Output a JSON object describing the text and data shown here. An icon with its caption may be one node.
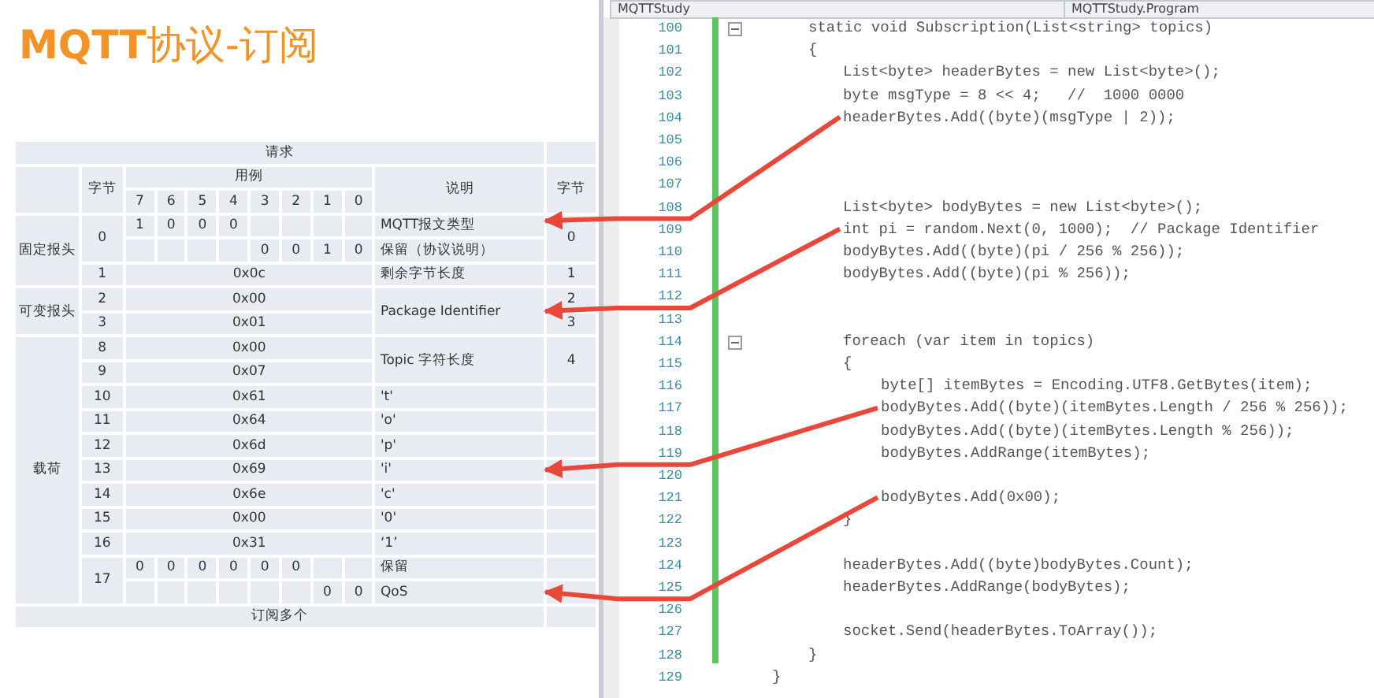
{
  "diagram": {
    "title": "**MQTT**协议-订阅",
    "nodes": [
      {
        "text": [
          "MQTT报文类型"
        ]
      },
      {
        "text": [
          "Package Identifier"
        ]
      },
      {
        "text": [
          "'i'"
        ]
      },
      {
        "text": [
          "QoS"
        ]
      },
      {
        "text": [
          "headerBytes.Add((byte)(msgType | 2));"
        ]
      },
      {
        "text": [
          "int pi = random.Next(0, 1000);  // Package Identifier"
        ]
      },
      {
        "text": [
          "bodyBytes.Add((byte)(itemBytes.Length / 256 % 256));"
        ]
      },
      {
        "text": [
          "bodyBytes.Add(0x00);"
        ]
      }
    ],
    "edges": [
      {
        "from": 4,
        "to": 0,
        "arrow": "to"
      },
      {
        "from": 5,
        "to": 1,
        "arrow": "to"
      },
      {
        "from": 6,
        "to": 2,
        "arrow": "to"
      },
      {
        "from": 7,
        "to": 3,
        "arrow": "to"
      }
    ],
    "labels": [
      "请求",
      "字节",
      "用例",
      "说明",
      "字节",
      "7",
      "6",
      "5",
      "4",
      "3",
      "2",
      "1",
      "0",
      "固定报头",
      "0",
      "1",
      "0",
      "0",
      "0",
      "0",
      "0",
      "0",
      "1",
      "0",
      "保留（协议说明）",
      "1",
      "0x0c",
      "剩余字节长度",
      "1",
      "可变报头",
      "2",
      "0x00",
      "2",
      "3",
      "0x01",
      "3",
      "载荷",
      "8",
      "0x00",
      "Topic 字符长度",
      "4",
      "9",
      "0x07",
      "10",
      "0x61",
      "'t'",
      "11",
      "0x64",
      "'o'",
      "12",
      "0x6d",
      "'p'",
      "13",
      "0x69",
      "14",
      "0x6e",
      "'c'",
      "15",
      "0x00",
      "'0'",
      "16",
      "0x31",
      "‘1’",
      "17",
      "0",
      "0",
      "0",
      "0",
      "0",
      "0",
      "保留",
      "0",
      "0",
      "订阅多个",
      "MQTTStudy",
      "MQTTStudy.Program",
      "100",
      "static void Subscription(List<string> topics)",
      "101",
      "{",
      "102",
      "List<byte> headerBytes = new List<byte>();",
      "103",
      "byte msgType = 8 << 4;   //  1000 0000",
      "104",
      "105",
      "106",
      "107",
      "108",
      "List<byte> bodyBytes = new List<byte>();",
      "109",
      "110",
      "bodyBytes.Add((byte)(pi / 256 % 256));",
      "111",
      "bodyBytes.Add((byte)(pi % 256));",
      "112",
      "113",
      "114",
      "foreach (var item in topics)",
      "115",
      "{",
      "116",
      "byte[] itemBytes = Encoding.UTF8.GetBytes(item);",
      "117",
      "118",
      "bodyBytes.Add((byte)(itemBytes.Length % 256));",
      "119",
      "bodyBytes.AddRange(itemBytes);",
      "120",
      "121",
      "122",
      "}",
      "123",
      "124",
      "headerBytes.Add((byte)bodyBytes.Count);",
      "125",
      "headerBytes.AddRange(bodyBytes);",
      "126",
      "127",
      "socket.Send(headerBytes.ToArray());",
      "128",
      "}",
      "129",
      "}"
    ]
  }
}
